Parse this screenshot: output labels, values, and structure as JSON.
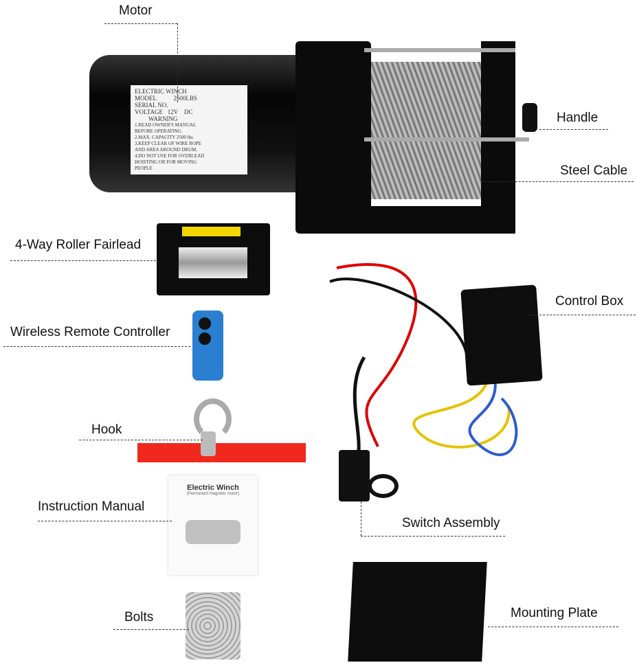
{
  "labels": {
    "motor": "Motor",
    "handle": "Handle",
    "steel_cable": "Steel Cable",
    "fairlead": "4-Way Roller Fairlead",
    "control_box": "Control Box",
    "remote": "Wireless Remote Controller",
    "hook": "Hook",
    "manual": "Instruction Manual",
    "switch": "Switch Assembly",
    "mounting_plate": "Mounting Plate",
    "bolts": "Bolts"
  },
  "winch_plate": {
    "line1": "ELECTRIC WINCH",
    "model_label": "MODEL",
    "model_value": "2500LBS",
    "serial_label": "SERIAL NO.",
    "voltage_label": "VOLTAGE",
    "voltage_value": "12V",
    "current_type": "DC",
    "warning": "WARNING",
    "w1": "1.READ OWNER'S MANUAL BEFORE OPERATING.",
    "w2": "2.MAX. CAPACITY 2500 lbs",
    "w3": "3.KEEP CLEAR OF WIRE ROPE AND AREA AROUND DRUM.",
    "w4": "4.DO NOT USE FOR OVERLEAD HOISTING OR FOR MOVING PEOPLE"
  },
  "manual": {
    "title": "Electric Winch",
    "subtitle": "(Permanent magnetic motor)"
  }
}
